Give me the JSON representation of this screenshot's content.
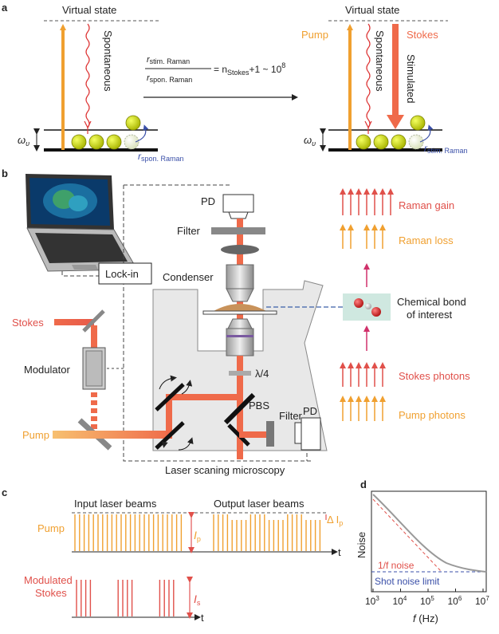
{
  "panels": {
    "a": "a",
    "b": "b",
    "c": "c",
    "d": "d"
  },
  "panel_a": {
    "left_title": "Virtual state",
    "right_title": "Virtual state",
    "spontaneous": "Spontaneous",
    "stimulated": "Stimulated",
    "pump": "Pump",
    "stokes": "Stokes",
    "ratio_num_r": "r",
    "ratio_num_sub": "stim. Raman",
    "ratio_den_r": "r",
    "ratio_den_sub": "spon. Raman",
    "ratio_eq": "= n",
    "ratio_eq_sub": "Stokes",
    "ratio_tail": "+1 ~ 10",
    "ratio_exp": "8",
    "omega": "ω",
    "omega_sub": "υ",
    "r_spon": "r",
    "r_spon_sub": "spon. Raman",
    "r_stim": "r",
    "r_stim_sub": "stim. Raman",
    "colors": {
      "pump": "#f0a030",
      "stokes": "#ef6a4a",
      "red": "#d33",
      "blue": "#3a4fa8",
      "ball": "#c8d400"
    }
  },
  "panel_b": {
    "pd_top": "PD",
    "filter_top": "Filter",
    "condenser": "Condenser",
    "lockin": "Lock-in",
    "stokes": "Stokes",
    "modulator": "Modulator",
    "pump": "Pump",
    "quarter_wave": "λ/4",
    "pbs": "PBS",
    "filter_bottom": "Filter",
    "pd_bottom": "PD",
    "microscopy": "Laser scaning microscopy",
    "raman_gain": "Raman gain",
    "raman_loss": "Raman loss",
    "chemical_bond_1": "Chemical bond",
    "chemical_bond_2": "of interest",
    "stokes_photons": "Stokes photons",
    "pump_photons": "Pump photons"
  },
  "panel_c": {
    "input_beams": "Input laser beams",
    "output_beams": "Output laser beams",
    "pump": "Pump",
    "modulated_1": "Modulated",
    "modulated_2": "Stokes",
    "ip": "I",
    "ip_sub": "p",
    "delta": "Δ I",
    "delta_sub": "p",
    "is": "I",
    "is_sub": "s",
    "t": "t"
  },
  "panel_d": {
    "ylabel": "Noise",
    "xlabel_f": "f",
    "xlabel_unit": " (Hz)",
    "one_over_f": "1/f noise",
    "shot_noise": "Shot noise limit",
    "ticks": [
      {
        "base": "10",
        "exp": "3"
      },
      {
        "base": "10",
        "exp": "4"
      },
      {
        "base": "10",
        "exp": "5"
      },
      {
        "base": "10",
        "exp": "6"
      },
      {
        "base": "10",
        "exp": "7"
      }
    ]
  }
}
